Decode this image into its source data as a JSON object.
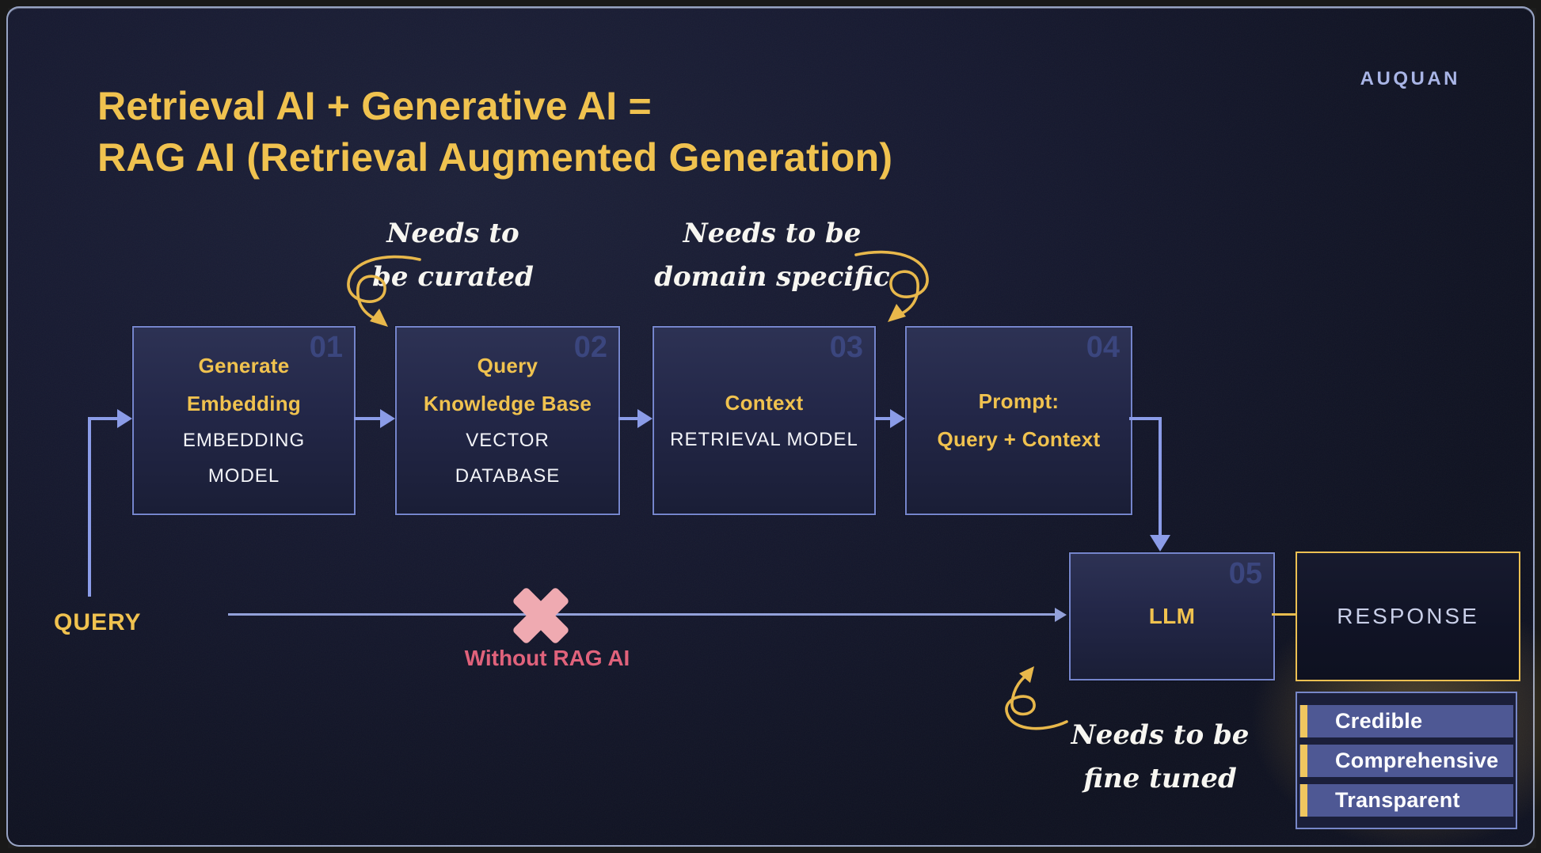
{
  "logo": "AUQUAN",
  "title": {
    "line1": "Retrieval AI + Generative AI =",
    "line2": "RAG AI (Retrieval Augmented Generation)"
  },
  "annotations": {
    "curated": {
      "line1": "Needs to",
      "line2": "be curated"
    },
    "domain": {
      "line1": "Needs to be",
      "line2": "domain specific"
    },
    "fine_tuned": {
      "line1": "Needs to be",
      "line2": "fine tuned"
    }
  },
  "flow": {
    "query_label": "QUERY",
    "boxes": [
      {
        "number": "01",
        "title1": "Generate",
        "title2": "Embedding",
        "sub1": "EMBEDDING",
        "sub2": "MODEL"
      },
      {
        "number": "02",
        "title1": "Query",
        "title2": "Knowledge Base",
        "sub1": "VECTOR",
        "sub2": "DATABASE"
      },
      {
        "number": "03",
        "title1": "Context",
        "sub1": "RETRIEVAL MODEL"
      },
      {
        "number": "04",
        "title1": "Prompt:",
        "title2": "Query + Context"
      },
      {
        "number": "05",
        "title1": "LLM"
      }
    ],
    "response_label": "RESPONSE"
  },
  "without_rag_label": "Without RAG AI",
  "qualities": [
    "Credible",
    "Comprehensive",
    "Transparent"
  ],
  "colors": {
    "accent_yellow": "#f0c24f",
    "arrow_blue": "#8b9ce8",
    "rose": "#e0627b",
    "pink_x": "#efaab1",
    "logo_blue": "#a9b5e6",
    "box_border": "#7585cc",
    "response_border": "#ecc052",
    "quality_row_bg": "#4e5894"
  }
}
